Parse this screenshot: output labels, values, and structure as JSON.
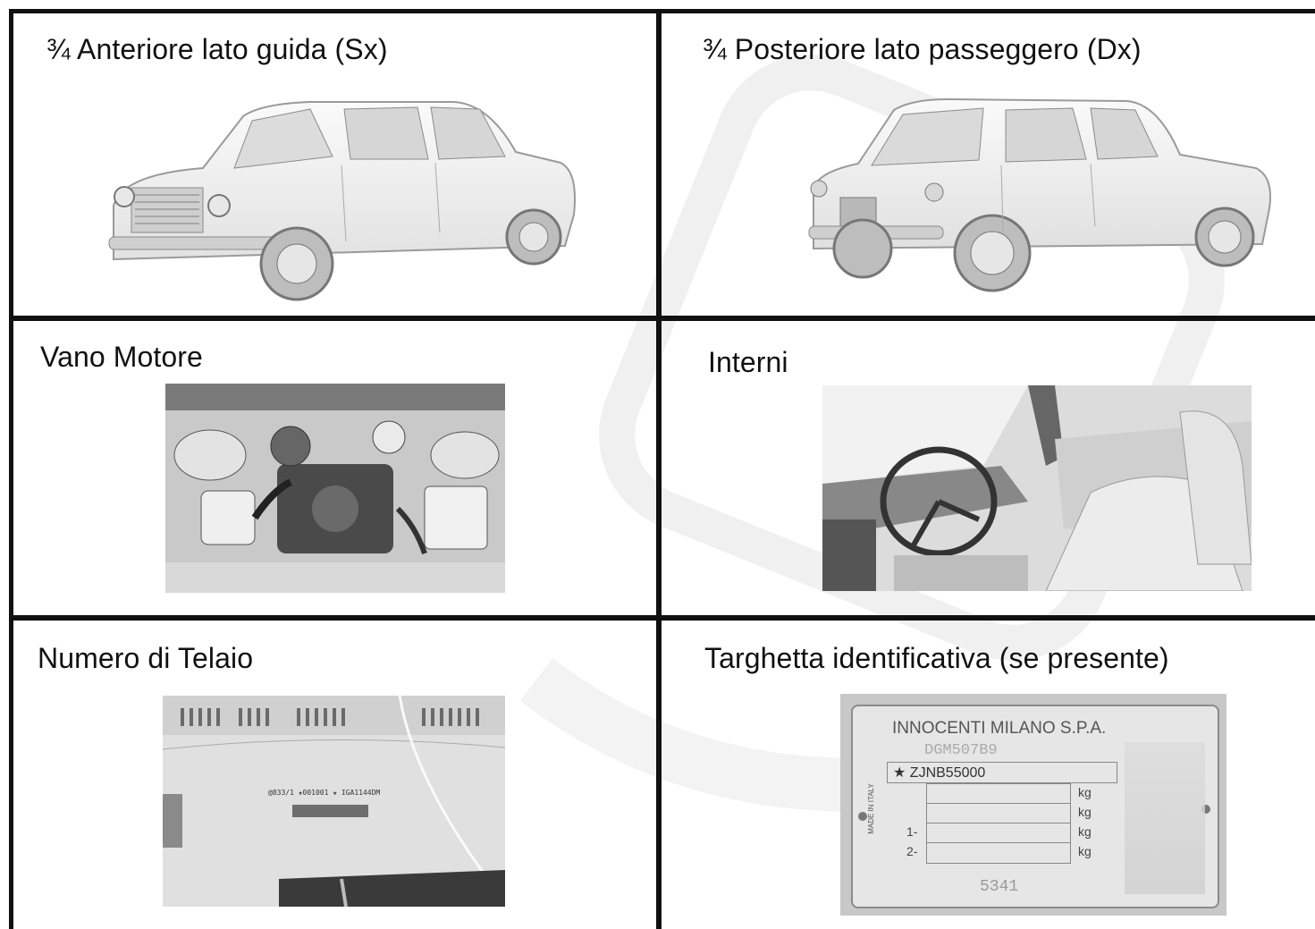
{
  "cells": [
    {
      "id": "front",
      "label": "¾ Anteriore lato guida (Sx)",
      "icon": "car-front-three-quarter"
    },
    {
      "id": "rear",
      "label": "¾ Posteriore lato passeggero (Dx)",
      "icon": "car-rear-three-quarter"
    },
    {
      "id": "engine",
      "label": "Vano Motore",
      "icon": "engine-bay-photo"
    },
    {
      "id": "interior",
      "label": "Interni",
      "icon": "interior-photo"
    },
    {
      "id": "chassis",
      "label": "Numero di Telaio",
      "icon": "chassis-number-photo"
    },
    {
      "id": "plate",
      "label": "Targhetta identificativa (se presente)",
      "icon": "id-plate-photo"
    }
  ],
  "plate": {
    "maker": "INNOCENTI MILANO S.P.A.",
    "model": "DGM507B9",
    "vin": "★ ZJNB55000",
    "made_in": "MADE IN ITALY",
    "units": [
      "kg",
      "kg",
      "kg",
      "kg"
    ],
    "axles": [
      "1-",
      "2-"
    ],
    "number": "5341"
  },
  "chassis": {
    "stamp": "@833/1 ★001001 ★ IGA1144DM"
  },
  "colors": {
    "border": "#111111",
    "photo_bg": "#e6e6e6"
  }
}
